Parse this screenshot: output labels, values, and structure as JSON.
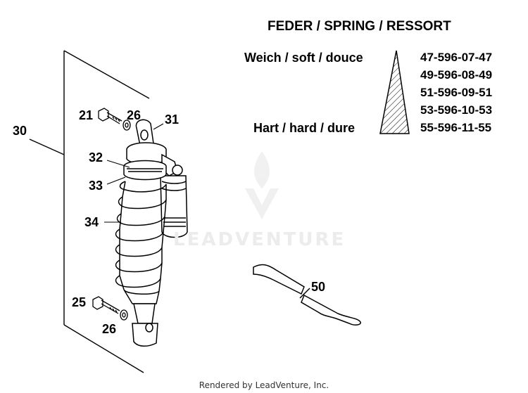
{
  "spring_table": {
    "title": "FEDER / SPRING / RESSORT",
    "soft_label": "Weich / soft / douce",
    "hard_label": "Hart / hard / dure",
    "part_numbers": [
      "47-596-07-47",
      "49-596-08-49",
      "51-596-09-51",
      "53-596-10-53",
      "55-596-11-55"
    ]
  },
  "callouts": {
    "p30": "30",
    "p21": "21",
    "p26a": "26",
    "p31": "31",
    "p32": "32",
    "p33": "33",
    "p34": "34",
    "p25": "25",
    "p26b": "26",
    "p50": "50"
  },
  "watermark": {
    "brand": "LEADVENTURE"
  },
  "footer": {
    "text": "Rendered by LeadVenture, Inc."
  }
}
